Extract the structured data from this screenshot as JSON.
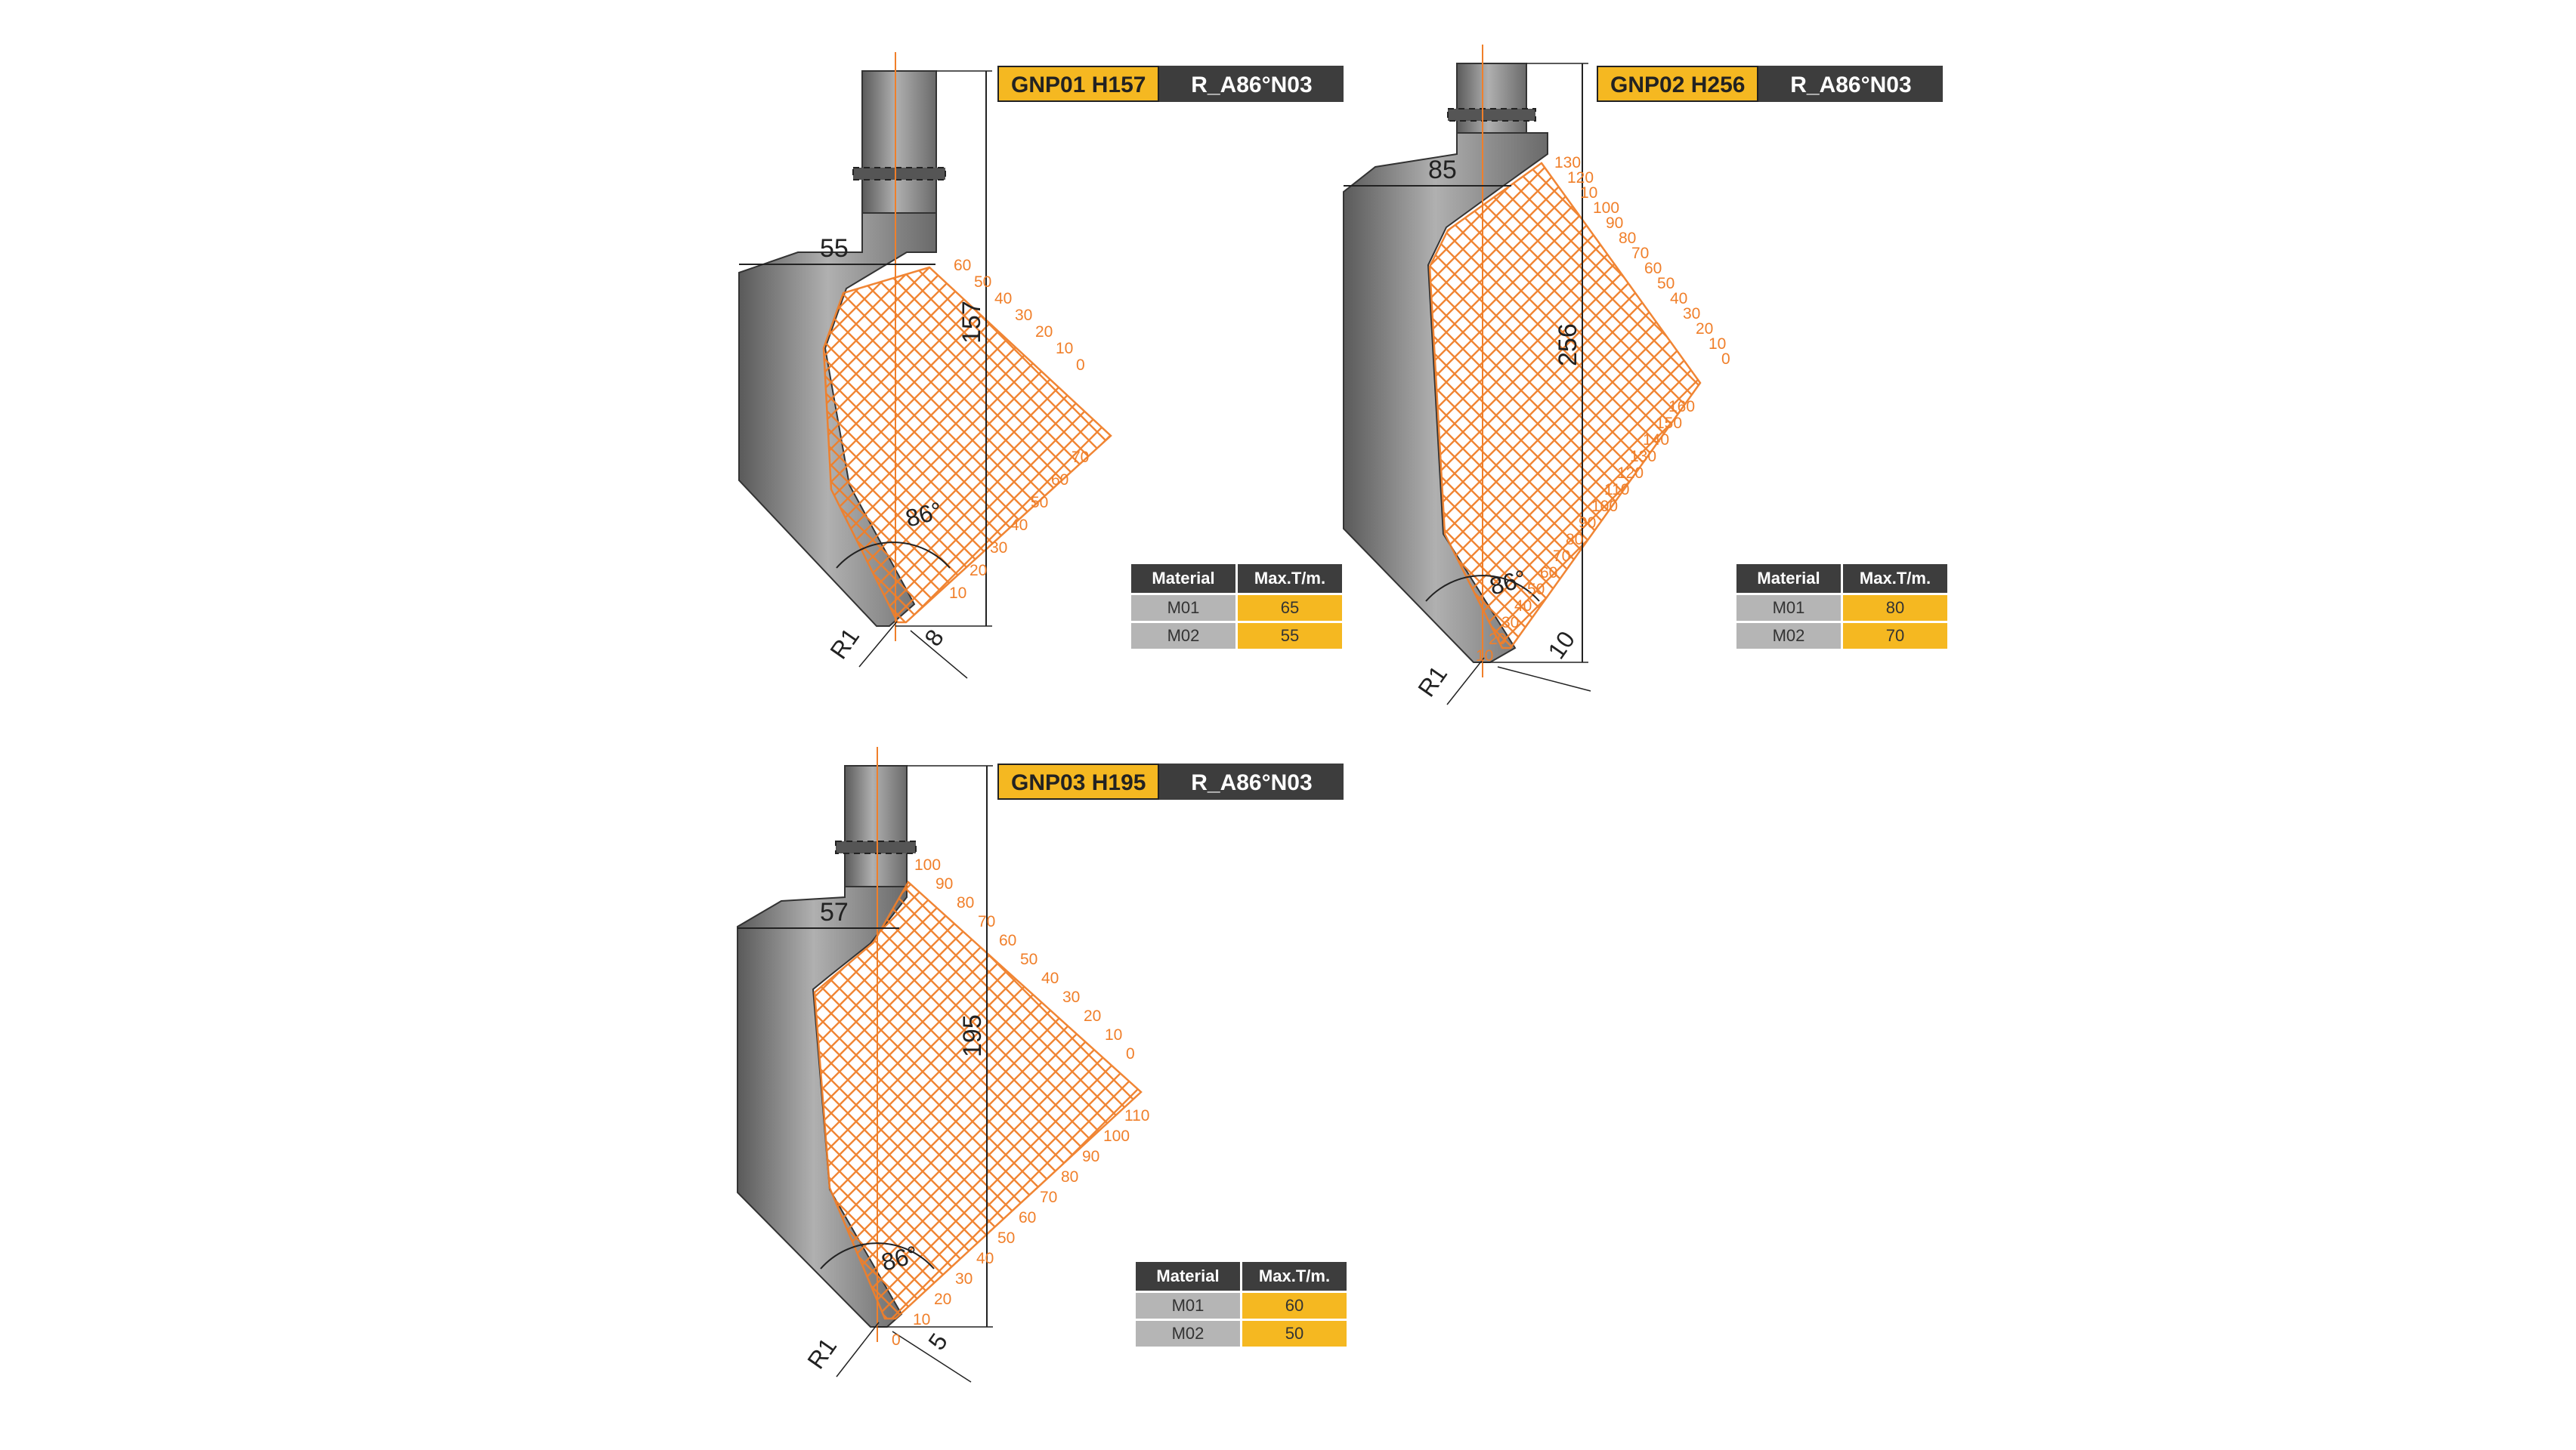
{
  "tools": [
    {
      "code": "GNP01 H157",
      "type": "R_A86°N03",
      "height": "157",
      "width": "55",
      "angle": "86°",
      "radius": "R1",
      "tip": "8",
      "scale_upper": [
        "60",
        "50",
        "40",
        "30",
        "20",
        "10",
        "0"
      ],
      "scale_lower": [
        "70",
        "60",
        "50",
        "40",
        "30",
        "20",
        "10"
      ],
      "materials": {
        "header": [
          "Material",
          "Max.T/m."
        ],
        "rows": [
          [
            "M01",
            "65"
          ],
          [
            "M02",
            "55"
          ]
        ]
      }
    },
    {
      "code": "GNP02 H256",
      "type": "R_A86°N03",
      "height": "256",
      "width": "85",
      "angle": "86°",
      "radius": "R1",
      "tip": "10",
      "scale_upper": [
        "130",
        "120",
        "10",
        "100",
        "90",
        "80",
        "70",
        "60",
        "50",
        "40",
        "30",
        "20",
        "10",
        "0"
      ],
      "scale_lower": [
        "160",
        "150",
        "140",
        "130",
        "120",
        "110",
        "100",
        "90",
        "80",
        "70",
        "60",
        "50",
        "40",
        "30",
        "20",
        "10"
      ],
      "materials": {
        "header": [
          "Material",
          "Max.T/m."
        ],
        "rows": [
          [
            "M01",
            "80"
          ],
          [
            "M02",
            "70"
          ]
        ]
      }
    },
    {
      "code": "GNP03 H195",
      "type": "R_A86°N03",
      "height": "195",
      "width": "57",
      "angle": "86°",
      "radius": "R1",
      "tip": "5",
      "scale_upper": [
        "100",
        "90",
        "80",
        "70",
        "60",
        "50",
        "40",
        "30",
        "20",
        "10",
        "0"
      ],
      "scale_lower": [
        "110",
        "100",
        "90",
        "80",
        "70",
        "60",
        "50",
        "40",
        "30",
        "20",
        "10",
        "0"
      ],
      "materials": {
        "header": [
          "Material",
          "Max.T/m."
        ],
        "rows": [
          [
            "M01",
            "60"
          ],
          [
            "M02",
            "50"
          ]
        ]
      }
    }
  ],
  "colors": {
    "accent": "#f5b821",
    "dark": "#3d3d3d",
    "grid": "#f07f2a",
    "steel": "#7d7d7d"
  }
}
